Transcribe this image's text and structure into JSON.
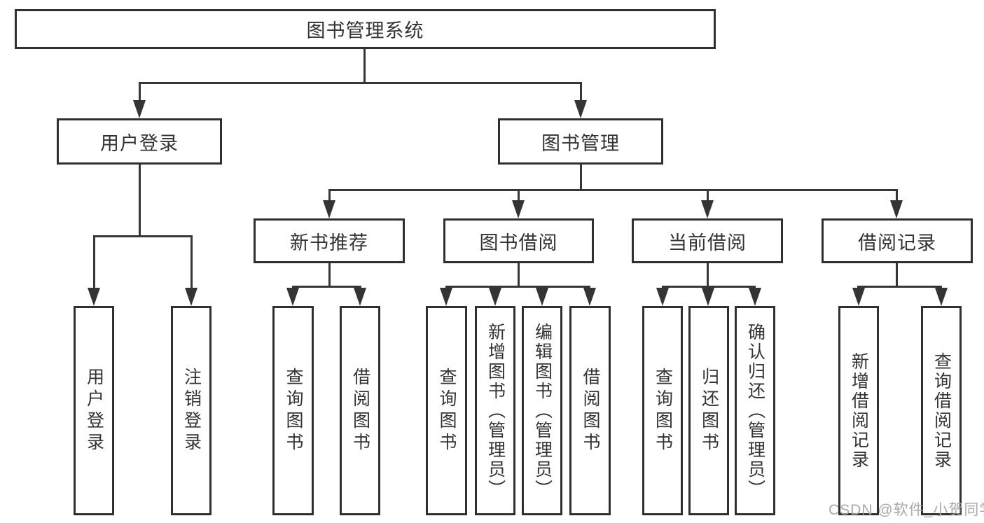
{
  "diagram_title": "图书管理系统",
  "nodes": {
    "root": {
      "label": "图书管理系统"
    },
    "level2": [
      {
        "label": "用户登录"
      },
      {
        "label": "图书管理"
      }
    ],
    "level3": [
      {
        "label": "新书推荐",
        "parent": "图书管理"
      },
      {
        "label": "图书借阅",
        "parent": "图书管理"
      },
      {
        "label": "当前借阅",
        "parent": "图书管理"
      },
      {
        "label": "借阅记录",
        "parent": "图书管理"
      }
    ],
    "leaves": [
      {
        "label": "用户登录",
        "parent": "用户登录"
      },
      {
        "label": "注销登录",
        "parent": "用户登录"
      },
      {
        "label": "查询图书",
        "parent": "新书推荐"
      },
      {
        "label": "借阅图书",
        "parent": "新书推荐"
      },
      {
        "label": "查询图书",
        "parent": "图书借阅"
      },
      {
        "label": "新增图书（管理员）",
        "parent": "图书借阅"
      },
      {
        "label": "编辑图书（管理员）",
        "parent": "图书借阅"
      },
      {
        "label": "借阅图书",
        "parent": "图书借阅"
      },
      {
        "label": "查询图书",
        "parent": "当前借阅"
      },
      {
        "label": "归还图书",
        "parent": "当前借阅"
      },
      {
        "label": "确认归还（管理员）",
        "parent": "当前借阅"
      },
      {
        "label": "新增借阅记录",
        "parent": "借阅记录"
      },
      {
        "label": "查询借阅记录",
        "parent": "借阅记录"
      }
    ]
  },
  "watermark": "CSDN @软件_小贺同学",
  "colors": {
    "line": "#363636",
    "border": "#303030",
    "text": "#333333",
    "watermark": "#a9a9a9",
    "background": "#ffffff"
  }
}
